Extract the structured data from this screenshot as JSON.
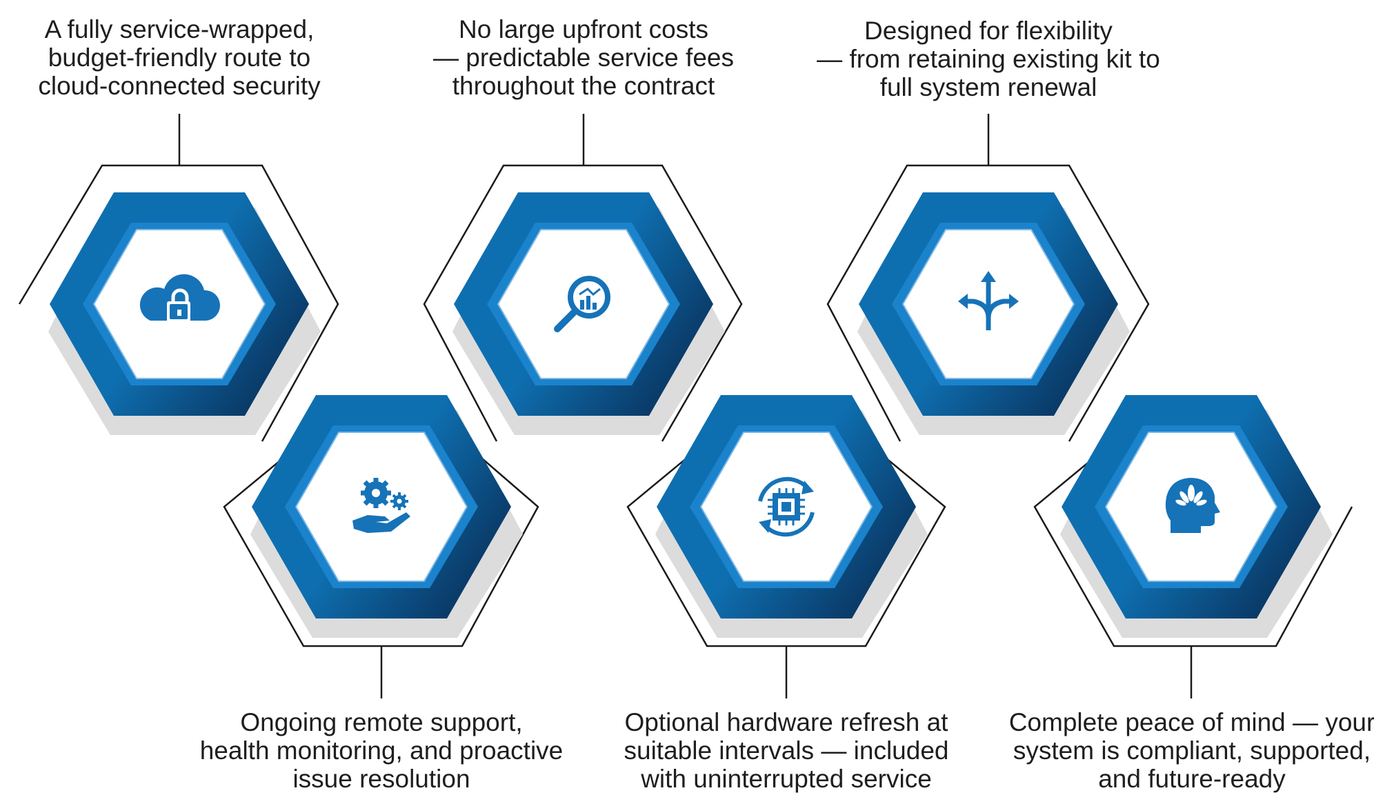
{
  "colors": {
    "outline": "#1a1a1a",
    "hex_outer_light": "#0e6fb0",
    "hex_outer_dark": "#0a3966",
    "hex_shadow": "#d8d8d8",
    "hex_ring": "#1b82cc",
    "hex_inner": "#ffffff",
    "icon": "#1673b8",
    "text": "#1e1e1e"
  },
  "features": [
    {
      "id": "cloud-security",
      "icon": "cloud-lock-icon",
      "caption_lines": [
        "A fully service-wrapped,",
        "budget-friendly route to",
        "cloud-connected security"
      ]
    },
    {
      "id": "remote-support",
      "icon": "hand-gears-icon",
      "caption_lines": [
        "Ongoing remote support,",
        "health monitoring, and proactive",
        "issue resolution"
      ]
    },
    {
      "id": "no-upfront-costs",
      "icon": "magnifier-chart-icon",
      "caption_lines": [
        "No large upfront costs",
        "— predictable service fees",
        "throughout the contract"
      ]
    },
    {
      "id": "hardware-refresh",
      "icon": "chip-refresh-icon",
      "caption_lines": [
        "Optional hardware refresh at",
        "suitable intervals — included",
        "with uninterrupted service"
      ]
    },
    {
      "id": "flexibility",
      "icon": "split-arrows-icon",
      "caption_lines": [
        "Designed for flexibility",
        "— from retaining existing kit to",
        "full system renewal"
      ]
    },
    {
      "id": "peace-of-mind",
      "icon": "lotus-head-icon",
      "caption_lines": [
        "Complete peace of mind — your",
        "system is compliant, supported,",
        "and future-ready"
      ]
    }
  ]
}
